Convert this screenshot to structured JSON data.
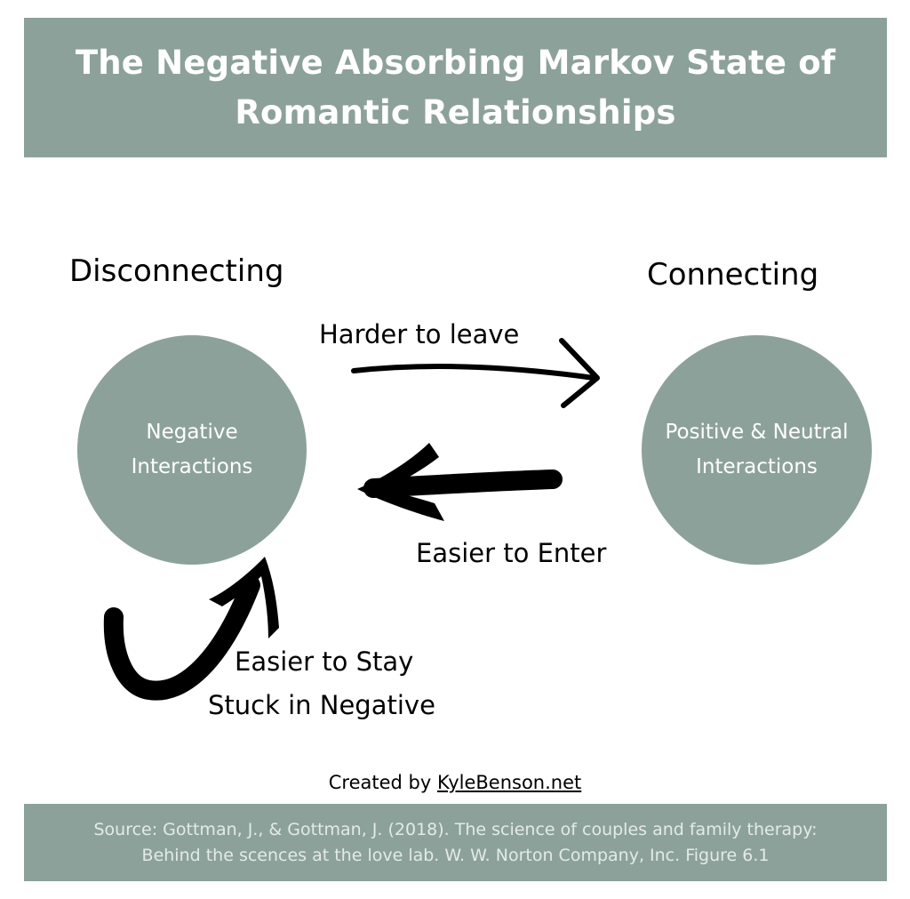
{
  "title": {
    "line1": "The Negative Absorbing Markov State of",
    "line2": "Romantic Relationships"
  },
  "states": {
    "left": {
      "heading": "Disconnecting",
      "line1": "Negative",
      "line2": "Interactions"
    },
    "right": {
      "heading": "Connecting",
      "line1": "Positive & Neutral",
      "line2": "Interactions"
    }
  },
  "transitions": {
    "to_connecting": "Harder to leave",
    "to_disconnecting": "Easier to Enter",
    "self_loop_line1": "Easier to Stay",
    "self_loop_line2": "Stuck in Negative"
  },
  "credit": {
    "prefix": "Created by ",
    "link": "KyleBenson.net"
  },
  "source": {
    "line1": "Source: Gottman, J., & Gottman, J. (2018). The science of couples and family therapy:",
    "line2": "Behind the scences at the love lab. W. W. Norton Company, Inc. Figure 6.1"
  },
  "colors": {
    "banner": "#8da19b",
    "circle": "#8da19b",
    "text": "#000000"
  }
}
